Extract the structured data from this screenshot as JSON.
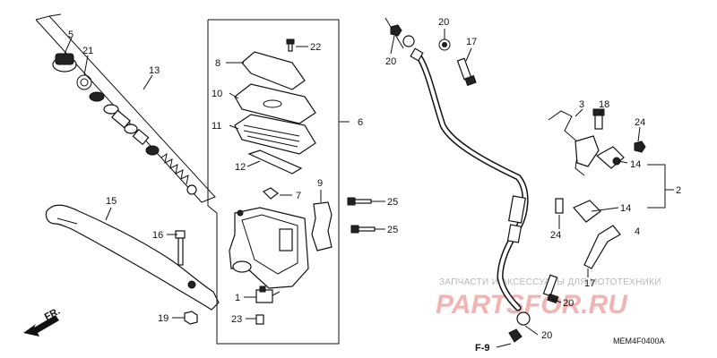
{
  "callouts": {
    "c1": "1",
    "c2": "2",
    "c3": "3",
    "c4": "4",
    "c5": "5",
    "c6": "6",
    "c7": "7",
    "c8": "8",
    "c9": "9",
    "c10": "10",
    "c11": "11",
    "c12": "12",
    "c13": "13",
    "c14a": "14",
    "c14b": "14",
    "c15": "15",
    "c16": "16",
    "c17a": "17",
    "c17b": "17",
    "c18": "18",
    "c19": "19",
    "c20a": "20",
    "c20b": "20",
    "c20c": "20",
    "c20d": "20",
    "c21": "21",
    "c22": "22",
    "c23": "23",
    "c24a": "24",
    "c24b": "24",
    "c25a": "25",
    "c25b": "25"
  },
  "front_label": "FR.",
  "fig_ref": "F-9",
  "diagram_code": "MEM4F0400A",
  "watermark": {
    "tagline": "ЗАПЧАСТИ И АКСЕССУАРЫ ДЛЯ МОТОТЕХНИКИ",
    "brand": "PARTSFOR.RU"
  },
  "colors": {
    "ink": "#111111",
    "watermark": "#f2b3b3",
    "background": "#ffffff"
  }
}
